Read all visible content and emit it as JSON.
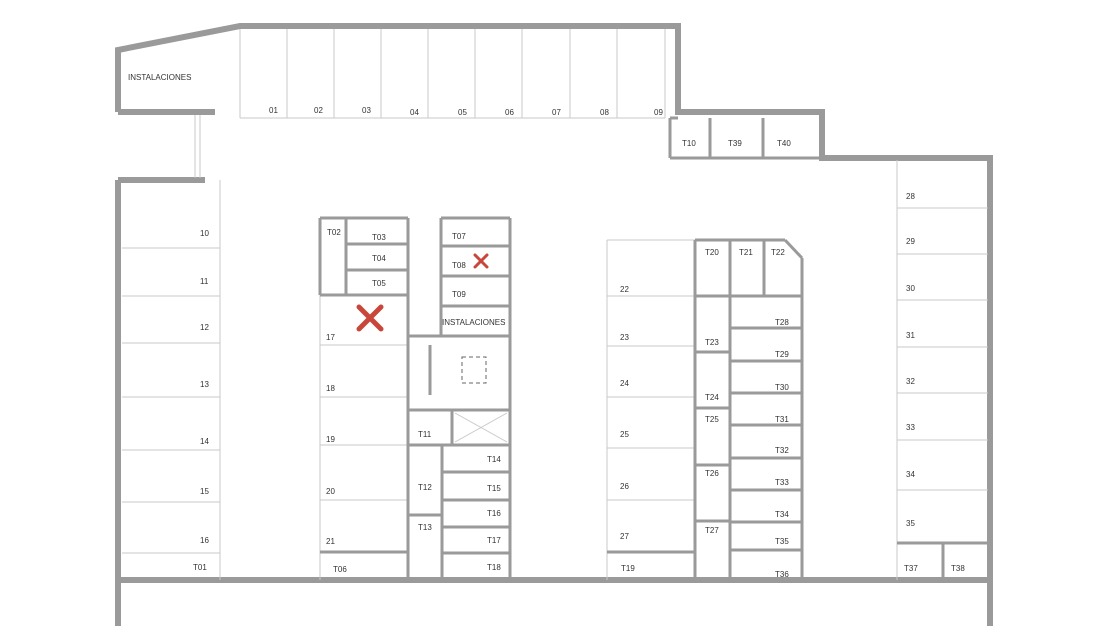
{
  "plan": {
    "labels": [
      "INSTALACIONES",
      "01",
      "02",
      "03",
      "04",
      "05",
      "06",
      "07",
      "08",
      "09",
      "T10",
      "T39",
      "T40",
      "10",
      "11",
      "12",
      "13",
      "14",
      "15",
      "16",
      "T01",
      "T02",
      "T03",
      "T04",
      "T05",
      "17",
      "18",
      "19",
      "20",
      "21",
      "T06",
      "T07",
      "T08",
      "T09",
      "INSTALACIONES",
      "T11",
      "T12",
      "T13",
      "T14",
      "T15",
      "T16",
      "T17",
      "T18",
      "22",
      "23",
      "24",
      "25",
      "26",
      "27",
      "T19",
      "T20",
      "T21",
      "T22",
      "T23",
      "T24",
      "T25",
      "T26",
      "T27",
      "T28",
      "T29",
      "T30",
      "T31",
      "T32",
      "T33",
      "T34",
      "T35",
      "T36",
      "28",
      "29",
      "30",
      "31",
      "32",
      "33",
      "34",
      "35",
      "T37",
      "T38"
    ],
    "marked_units": [
      "17",
      "T08"
    ],
    "colors": {
      "wall": "#9a9a9a",
      "mark": "#c8473a"
    },
    "icons": [
      "cross-mark-icon"
    ]
  }
}
